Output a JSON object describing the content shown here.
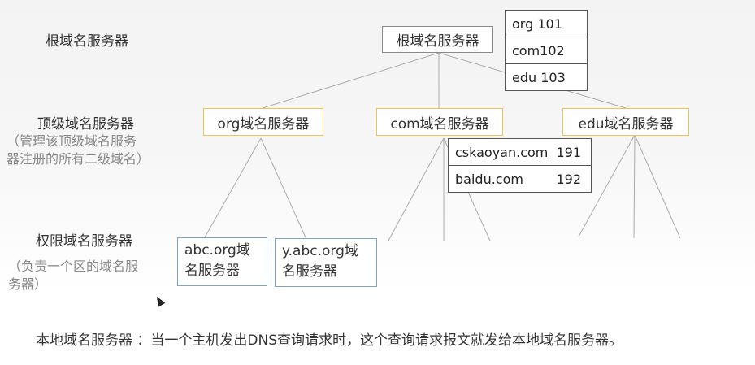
{
  "left_labels": {
    "root": "根域名服务器",
    "tld": "顶级域名服务器",
    "tld_note_line1": "（管理该顶级域名服务",
    "tld_note_line2": "器注册的所有二级域名）",
    "auth": "权限域名服务器",
    "auth_note_line1": "（负责一个区的域名服",
    "auth_note_line2": "务器）"
  },
  "nodes": {
    "root": "根域名服务器",
    "org": "org域名服务器",
    "com": "com域名服务器",
    "edu": "edu域名服务器",
    "abc_line1": "abc.org域",
    "abc_line2": "名服务器",
    "yabc_line1": "y.abc.org域",
    "yabc_line2": "名服务器"
  },
  "root_table": [
    {
      "name": "org 101"
    },
    {
      "name": "com102"
    },
    {
      "name": "edu 103"
    }
  ],
  "com_table": [
    {
      "name": "cskaoyan.com",
      "value": "191"
    },
    {
      "name": "baidu.com",
      "value": "192"
    }
  ],
  "footer": "本地域名服务器 ：当一个主机发出DNS查询请求时，这个查询请求报文就发给本地域名服务器。",
  "colors": {
    "tld_border": "#f0c060",
    "auth_border": "#7f9fcc",
    "line": "#aaaaaa"
  }
}
